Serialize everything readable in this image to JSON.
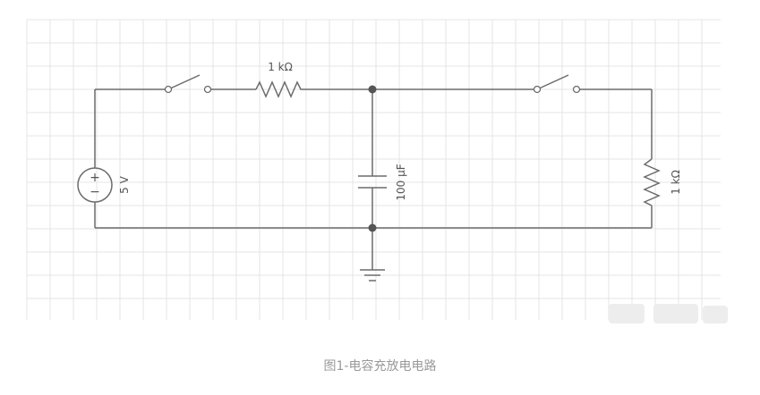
{
  "diagram": {
    "labels": {
      "resistor_top": "1 kΩ",
      "capacitor": "100 µF",
      "source": "5 V",
      "resistor_right": "1 kΩ",
      "source_plus": "+",
      "source_minus": "−"
    }
  },
  "caption": "图1-电容充放电电路"
}
